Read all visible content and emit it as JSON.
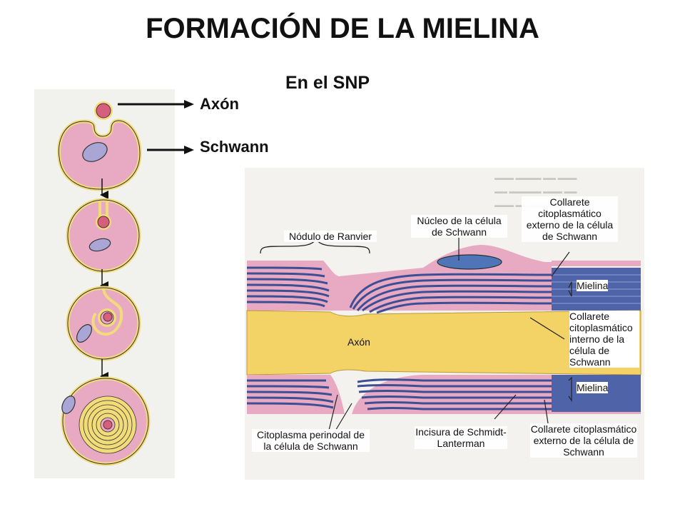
{
  "title": "FORMACIÓN DE LA MIELINA",
  "subtitle": "En el SNP",
  "callouts": {
    "axon": "Axón",
    "schwann": "Schwann"
  },
  "diagram_labels": {
    "nodulo": "Nódulo de Ranvier",
    "nucleo": "Núcleo de la célula de Schwann",
    "collarete_ext_top": "Collarete citoplasmático externo de la célula de Schwann",
    "mielina_top": "Mielina",
    "collarete_int": "Collarete citoplasmático interno de la célula de Schwann",
    "axon_center": "Axón",
    "mielina_bottom": "Mielina",
    "citoplasma": "Citoplasma perinodal de la célula de Schwann",
    "incisura": "Incisura de Schmidt-Lanterman",
    "collarete_ext_bottom": "Collarete citoplasmático externo de la célula de Schwann"
  },
  "colors": {
    "cell_pink": "#e8a9c3",
    "membrane_yellow": "#f2dc7a",
    "nucleus_lavender": "#a9a6d6",
    "axon_red": "#d4607e",
    "axon_yellow": "#f3d365",
    "myelin_blue": "#4f63a8"
  }
}
